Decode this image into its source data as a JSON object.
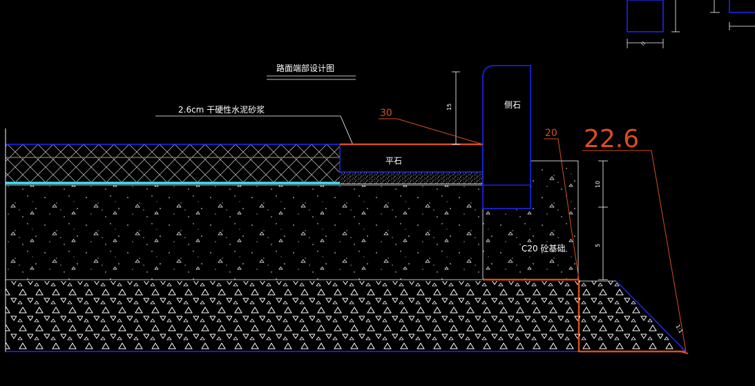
{
  "drawing": {
    "title": "路面端部设计图",
    "mortar_label": "2.6cm 干硬性水泥砂浆",
    "flat_stone_label": "平石",
    "curb_stone_label": "侧石",
    "base_label": "C20  砼基础",
    "dim_30": "30",
    "dim_20": "20",
    "dim_22_6": "22.6",
    "dim_top_small": "5",
    "dim_curb_height": "15",
    "dim_right_upper": "10",
    "dim_right_lower": "5",
    "slope_label": "1:1"
  },
  "colors": {
    "background": "#000000",
    "line_white": "#ffffff",
    "line_blue": "#1a2bff",
    "line_cyan": "#3fe3ff",
    "line_orange": "#d9501c"
  }
}
